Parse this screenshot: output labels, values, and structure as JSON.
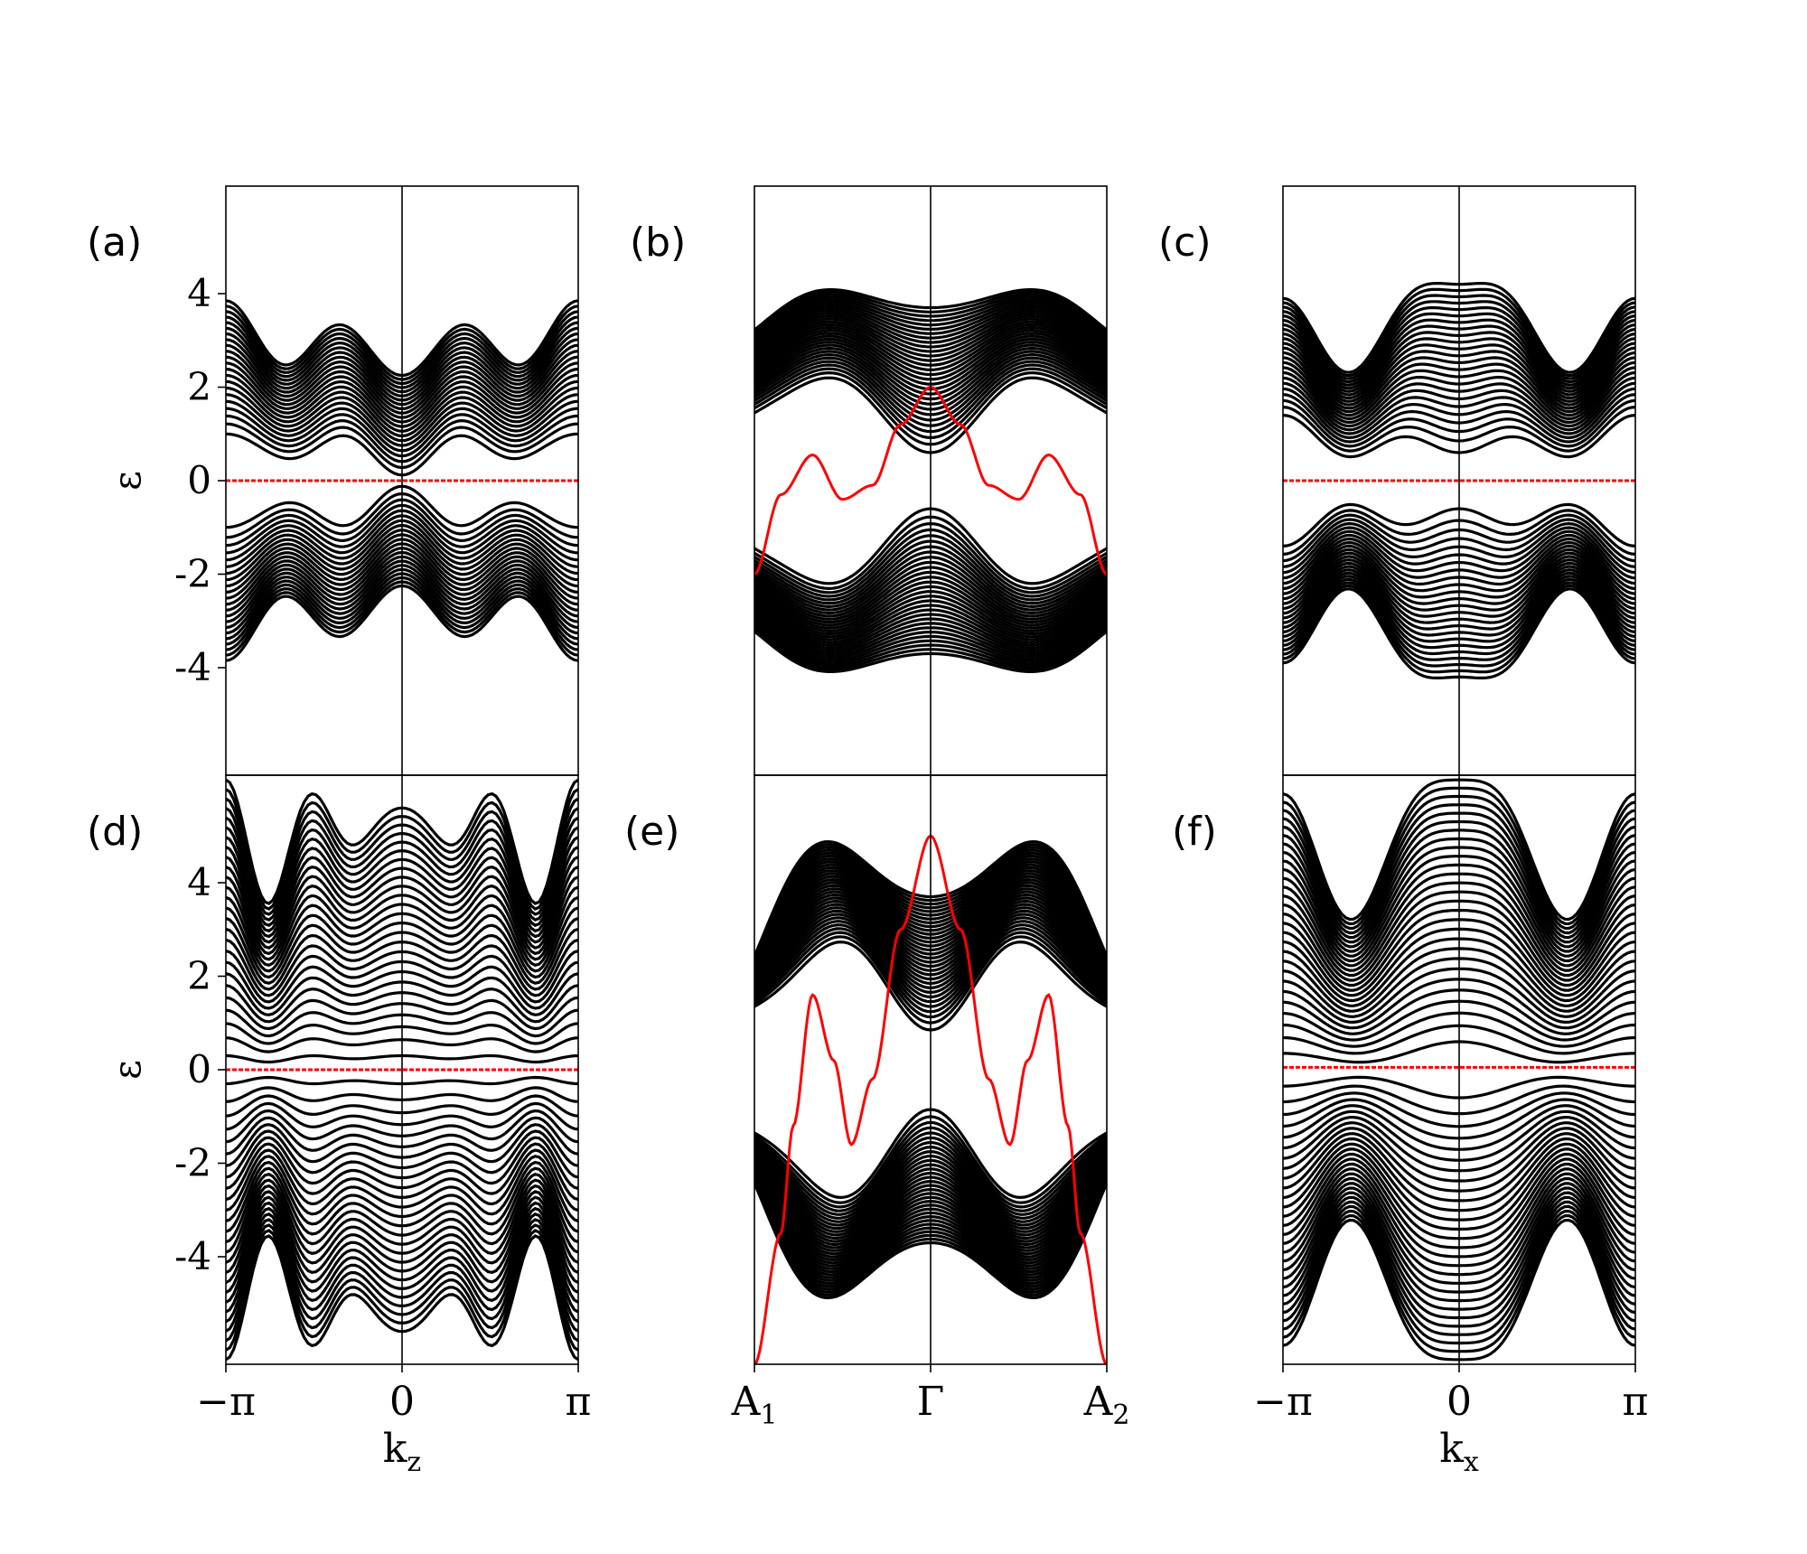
{
  "colors": {
    "bands": "#000000",
    "surface": "#ff0000",
    "frame": "#000000"
  },
  "chart_data": [
    {
      "panel": "(a)",
      "type": "line",
      "x": "k_z",
      "xlim": [
        -3.1416,
        3.1416
      ],
      "ylim": [
        -6.3,
        6.3
      ],
      "xticks": [],
      "yticks": [
        {
          "v": 4,
          "label": "4"
        },
        {
          "v": 2,
          "label": "2"
        },
        {
          "v": 0,
          "label": "0"
        },
        {
          "v": -2,
          "label": "-2"
        },
        {
          "v": -4,
          "label": "-4"
        }
      ],
      "ylabel": "ε",
      "xlabel": "",
      "xlabel_sub": "",
      "bulk": {
        "nbands": 22,
        "gap": [
          0.6,
          1.0,
          0.12,
          0.95
        ],
        "edge": [
          2.55,
          3.85,
          2.25,
          3.15
        ],
        "harm": 3
      },
      "surface": {
        "shape": "flat",
        "value": 0
      }
    },
    {
      "panel": "(b)",
      "type": "line",
      "x": "path A1-Γ-A2",
      "xlim": [
        -1,
        1
      ],
      "ylim": [
        -6.3,
        6.3
      ],
      "xticks": [],
      "yticks": [],
      "ylabel": "",
      "xlabel": "",
      "xlabel_sub": "",
      "bulk": {
        "nbands": 30,
        "gap": [
          1.0,
          1.9,
          0.6,
          2.85
        ],
        "edge": [
          2.6,
          3.85,
          3.7,
          4.6
        ],
        "harm": 1.5
      },
      "surface": {
        "shape": "curve",
        "points": [
          [
            -1,
            -2
          ],
          [
            -0.85,
            -0.3
          ],
          [
            -0.67,
            0.55
          ],
          [
            -0.5,
            -0.4
          ],
          [
            -0.33,
            -0.1
          ],
          [
            -0.17,
            1.2
          ],
          [
            0,
            2
          ],
          [
            0.17,
            1.2
          ],
          [
            0.33,
            -0.1
          ],
          [
            0.5,
            -0.4
          ],
          [
            0.67,
            0.55
          ],
          [
            0.85,
            -0.3
          ],
          [
            1,
            -2
          ]
        ]
      }
    },
    {
      "panel": "(c)",
      "type": "line",
      "x": "k_x",
      "xlim": [
        -3.1416,
        3.1416
      ],
      "ylim": [
        -6.3,
        6.3
      ],
      "xticks": [],
      "yticks": [],
      "ylabel": "",
      "xlabel": "",
      "xlabel_sub": "",
      "bulk": {
        "nbands": 24,
        "gap": [
          1.4,
          0.0,
          0.6,
          1.3
        ],
        "edge": [
          3.9,
          0.9,
          4.2,
          4.55
        ],
        "harm": 2
      },
      "surface": {
        "shape": "flat",
        "value": 0
      }
    },
    {
      "panel": "(d)",
      "type": "line",
      "x": "k_z",
      "xlim": [
        -3.1416,
        3.1416
      ],
      "ylim": [
        -6.3,
        6.3
      ],
      "xticks": [
        {
          "v": -3.1416,
          "label": "−π"
        },
        {
          "v": 0,
          "label": "0"
        },
        {
          "v": 3.1416,
          "label": "π"
        }
      ],
      "yticks": [
        {
          "v": 4,
          "label": "4"
        },
        {
          "v": 2,
          "label": "2"
        },
        {
          "v": 0,
          "label": "0"
        },
        {
          "v": -2,
          "label": "-2"
        },
        {
          "v": -4,
          "label": "-4"
        }
      ],
      "ylabel": "ε",
      "xlabel": "k",
      "xlabel_sub": "z",
      "bulk": {
        "nbands": 26,
        "gap": [
          0.3,
          0.15,
          0.3,
          0.25
        ],
        "edge": [
          6.2,
          3.3,
          5.6,
          5.1
        ],
        "harm": 4
      },
      "surface": {
        "shape": "flat",
        "value": 0
      }
    },
    {
      "panel": "(e)",
      "type": "line",
      "x": "path A1-Γ-A2",
      "xlim": [
        -1,
        1
      ],
      "ylim": [
        -6.3,
        6.3
      ],
      "xticks": [
        {
          "v": -1,
          "label": "A",
          "sub": "1"
        },
        {
          "v": 0,
          "label": "Γ"
        },
        {
          "v": 1,
          "label": "A",
          "sub": "2"
        }
      ],
      "yticks": [],
      "ylabel": "",
      "xlabel": "",
      "xlabel_sub": "",
      "bulk": {
        "nbands": 32,
        "gap": [
          0.9,
          1.8,
          0.85,
          4.3
        ],
        "edge": [
          0.55,
          4.3,
          3.7,
          6.2
        ],
        "harm": 1.5
      },
      "surface": {
        "shape": "curve",
        "points": [
          [
            -1,
            -6.3
          ],
          [
            -0.85,
            -3.5
          ],
          [
            -0.78,
            -1.2
          ],
          [
            -0.67,
            1.6
          ],
          [
            -0.55,
            0.2
          ],
          [
            -0.45,
            -1.6
          ],
          [
            -0.33,
            -0.2
          ],
          [
            -0.17,
            3.0
          ],
          [
            0,
            5.0
          ],
          [
            0.17,
            3.0
          ],
          [
            0.33,
            -0.2
          ],
          [
            0.45,
            -1.6
          ],
          [
            0.55,
            0.2
          ],
          [
            0.67,
            1.6
          ],
          [
            0.78,
            -1.2
          ],
          [
            0.85,
            -3.5
          ],
          [
            1,
            -6.3
          ]
        ]
      }
    },
    {
      "panel": "(f)",
      "type": "line",
      "x": "k_x",
      "xlim": [
        -3.1416,
        3.1416
      ],
      "ylim": [
        -6.3,
        6.3
      ],
      "xticks": [
        {
          "v": -3.1416,
          "label": "−π"
        },
        {
          "v": 0,
          "label": "0"
        },
        {
          "v": 3.1416,
          "label": "π"
        }
      ],
      "yticks": [],
      "ylabel": "",
      "xlabel": "k",
      "xlabel_sub": "x",
      "bulk": {
        "nbands": 28,
        "gap": [
          0.35,
          0.05,
          0.6,
          0.3
        ],
        "edge": [
          5.9,
          1.2,
          6.2,
          6.2
        ],
        "harm": 2
      },
      "surface": {
        "shape": "flat",
        "value": 0.05
      }
    }
  ]
}
